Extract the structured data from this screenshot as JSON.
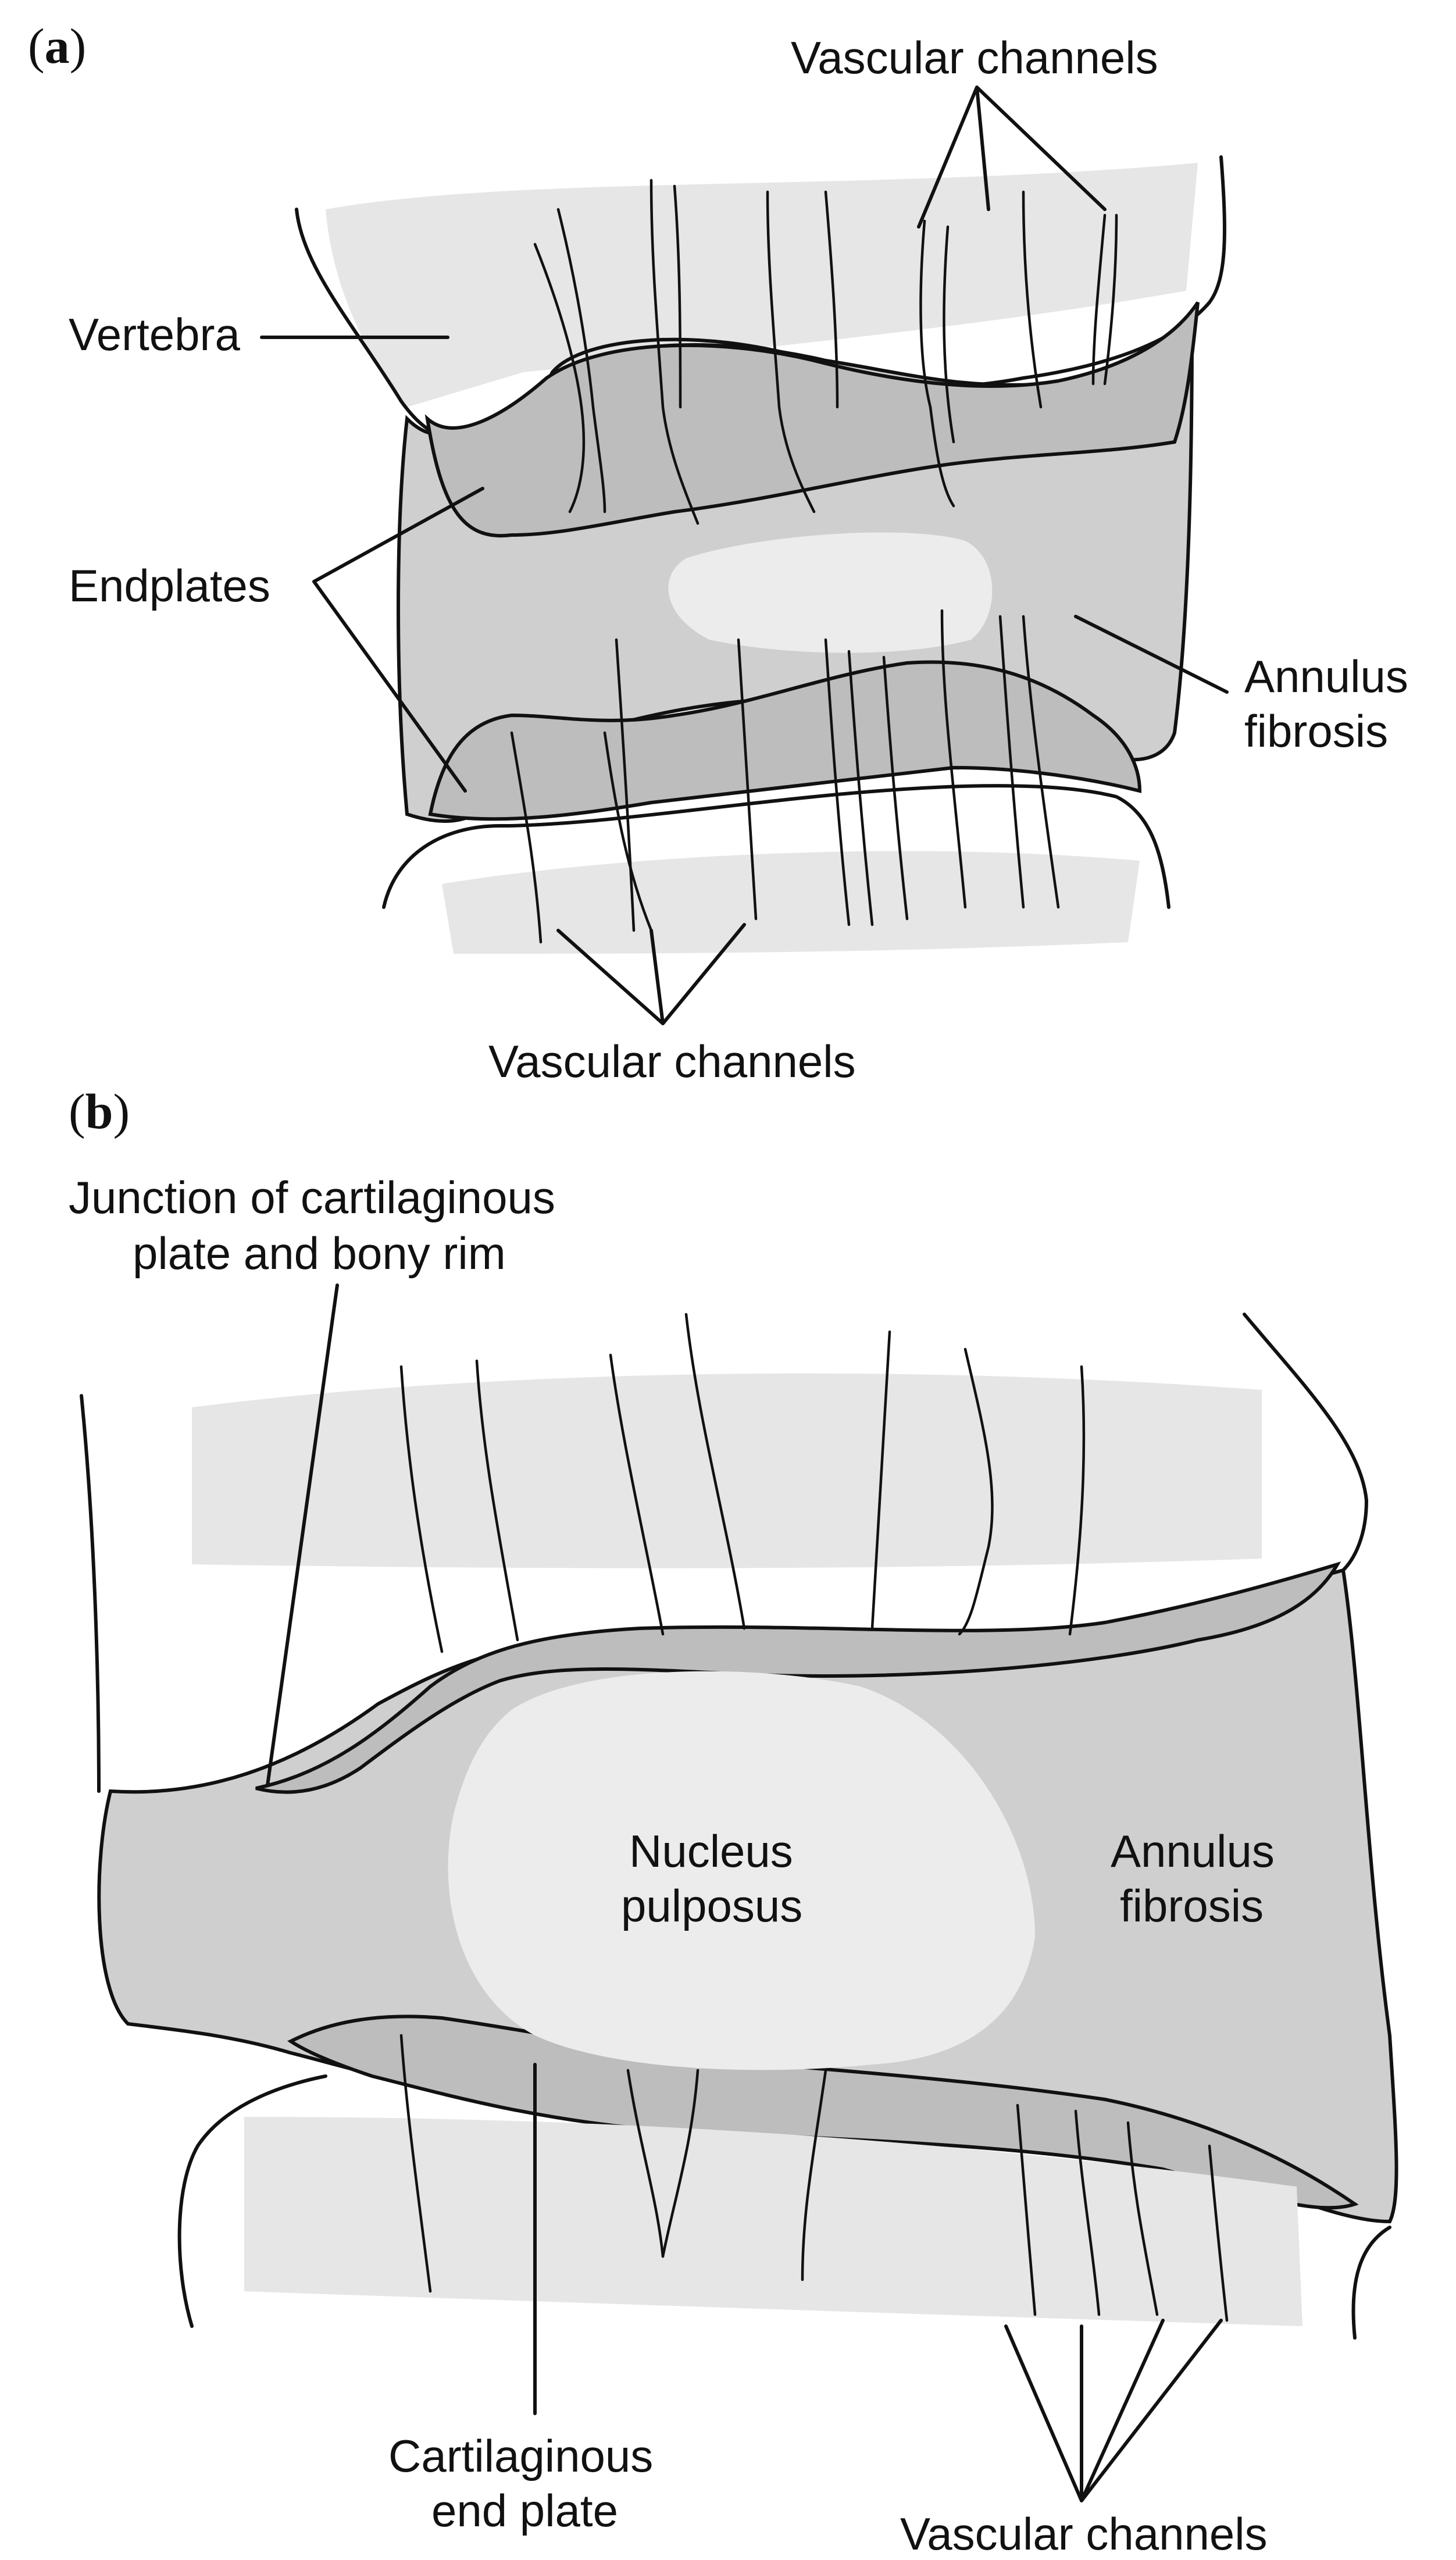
{
  "panel_a": {
    "label_open": "(",
    "label_letter": "a",
    "label_close": ")",
    "vascular_channels_top": "Vascular channels",
    "vertebra": "Vertebra",
    "endplates": "Endplates",
    "annulus_line1": "Annulus",
    "annulus_line2": "fibrosis",
    "vascular_channels_bottom": "Vascular channels"
  },
  "panel_b": {
    "label_open": "(",
    "label_letter": "b",
    "label_close": ")",
    "junction_line1": "Junction of cartilaginous",
    "junction_line2": "plate and bony rim",
    "nucleus_line1": "Nucleus",
    "nucleus_line2": "pulposus",
    "annulus_line1": "Annulus",
    "annulus_line2": "fibrosis",
    "cartilaginous_line1": "Cartilaginous",
    "cartilaginous_line2": "end plate",
    "vascular_channels": "Vascular channels"
  },
  "colors": {
    "bone_fill": "#e6e6e6",
    "disc_fill": "#cfcfcf",
    "endplate_fill": "#bdbdbd",
    "nucleus_fill": "#ececec",
    "line": "#111111"
  }
}
